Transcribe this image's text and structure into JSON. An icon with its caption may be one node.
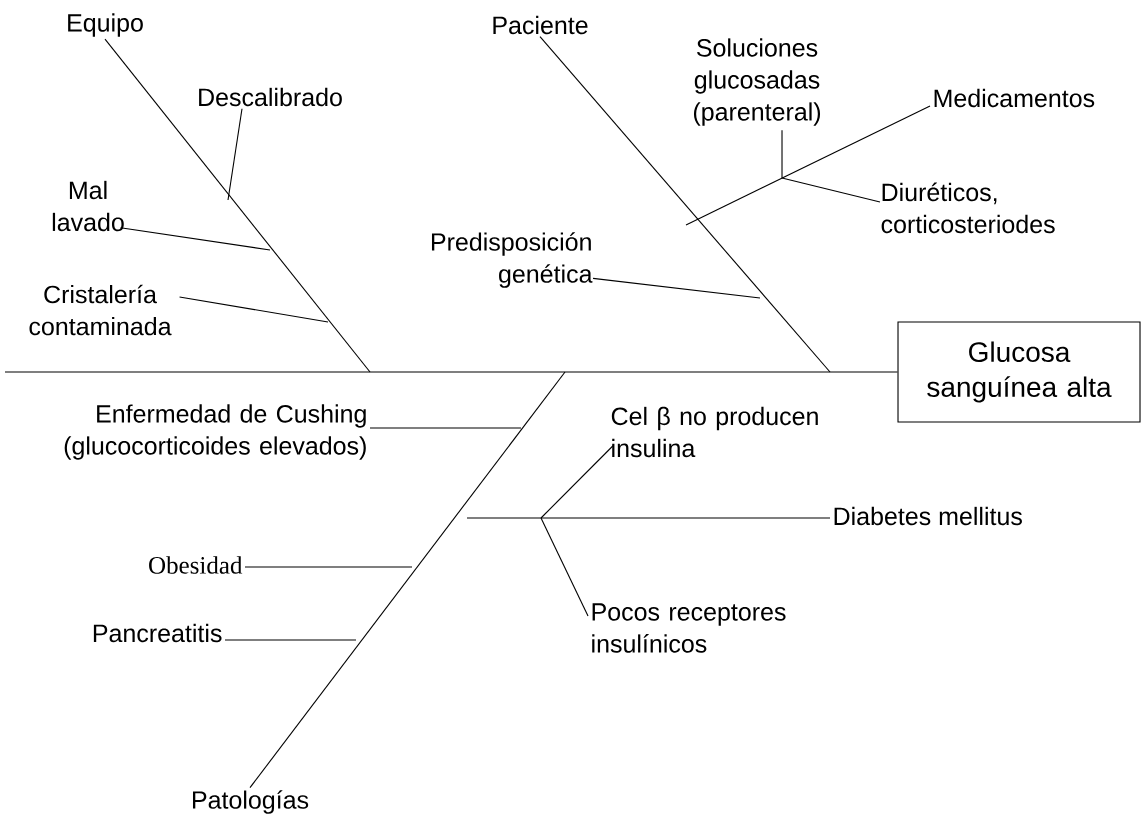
{
  "diagram": {
    "nodes": [
      {
        "text": [
          "Glucosa sanguínea alta"
        ]
      },
      {
        "text": [
          "Equipo"
        ]
      },
      {
        "text": [
          "Paciente"
        ]
      },
      {
        "text": [
          "Patologías"
        ]
      },
      {
        "text": [
          "Descalibrado"
        ]
      },
      {
        "text": [
          "Mal lavado"
        ]
      },
      {
        "text": [
          "Cristalería contaminada"
        ]
      },
      {
        "text": [
          "Soluciones glucosadas (parenteral)"
        ]
      },
      {
        "text": [
          "Medicamentos"
        ]
      },
      {
        "text": [
          "Diuréticos, corticosteriodes"
        ]
      },
      {
        "text": [
          "Predisposición genética"
        ]
      },
      {
        "text": [
          "Enfermedad de Cushing (glucocorticoides elevados)"
        ]
      },
      {
        "text": [
          "Cel β no producen insulina"
        ]
      },
      {
        "text": [
          "Diabetes mellitus"
        ]
      },
      {
        "text": [
          "Obesidad"
        ]
      },
      {
        "text": [
          "Pocos receptores insulínicos"
        ]
      },
      {
        "text": [
          "Pancreatitis"
        ]
      }
    ],
    "edges": [
      {
        "from": null,
        "to": 0,
        "arrow": "none"
      },
      {
        "from": 1,
        "to": null,
        "arrow": "none"
      },
      {
        "from": 2,
        "to": null,
        "arrow": "none"
      },
      {
        "from": 3,
        "to": null,
        "arrow": "none"
      },
      {
        "from": 4,
        "to": null,
        "arrow": "none"
      },
      {
        "from": 5,
        "to": null,
        "arrow": "none"
      },
      {
        "from": 6,
        "to": null,
        "arrow": "none"
      },
      {
        "from": 7,
        "to": null,
        "arrow": "none"
      },
      {
        "from": 8,
        "to": null,
        "arrow": "none"
      },
      {
        "from": 9,
        "to": null,
        "arrow": "none"
      },
      {
        "from": 10,
        "to": null,
        "arrow": "none"
      },
      {
        "from": 11,
        "to": null,
        "arrow": "none"
      },
      {
        "from": 12,
        "to": null,
        "arrow": "none"
      },
      {
        "from": 13,
        "to": null,
        "arrow": "none"
      },
      {
        "from": 14,
        "to": null,
        "arrow": "none"
      },
      {
        "from": 15,
        "to": null,
        "arrow": "none"
      },
      {
        "from": 16,
        "to": null,
        "arrow": "none"
      }
    ]
  }
}
